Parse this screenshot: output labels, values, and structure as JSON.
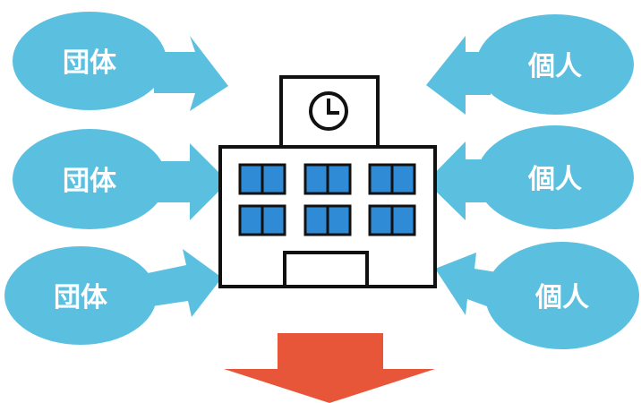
{
  "colors": {
    "bubble": "#5bc0e0",
    "bubble_text": "#ffffff",
    "building_stroke": "#111111",
    "building_fill": "#ffffff",
    "window_fill": "#2f8bd6",
    "down_arrow": "#e8563a"
  },
  "left_bubbles": [
    {
      "label": "団体"
    },
    {
      "label": "団体"
    },
    {
      "label": "団体"
    }
  ],
  "right_bubbles": [
    {
      "label": "個人"
    },
    {
      "label": "個人"
    },
    {
      "label": "個人"
    }
  ],
  "icons": {
    "building": "school-building-icon",
    "clock": "clock-icon",
    "down_arrow": "down-arrow-icon"
  }
}
